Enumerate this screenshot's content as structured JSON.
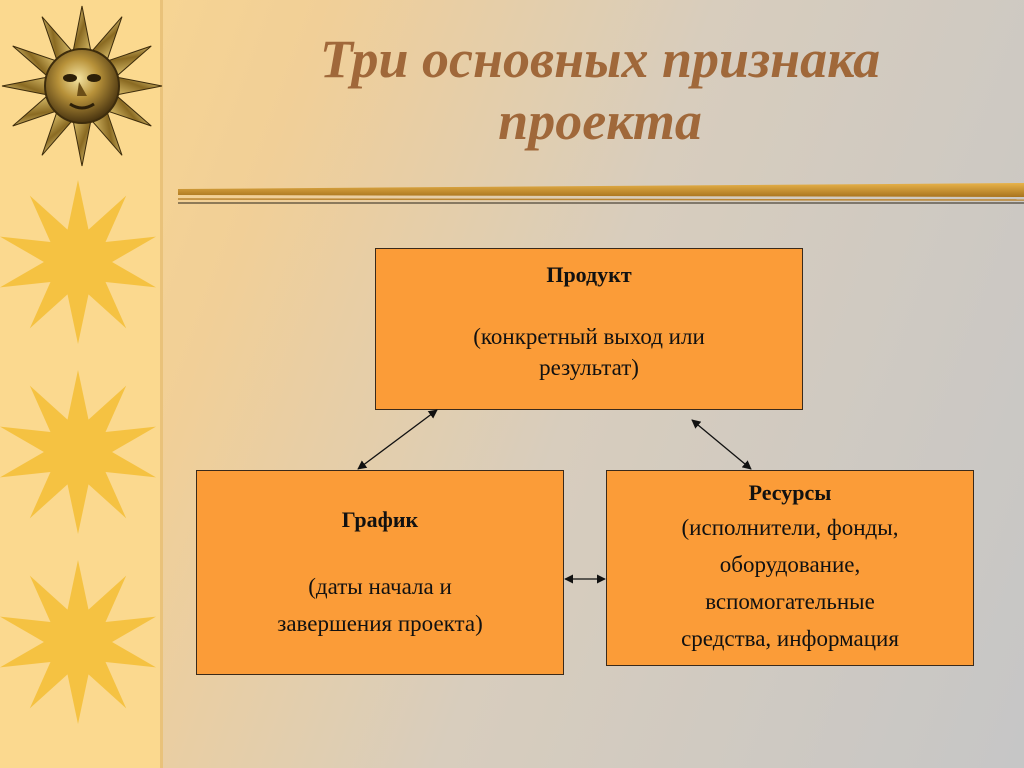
{
  "title": {
    "line1": "Три основных признака",
    "line2": "проекта"
  },
  "nodes": {
    "product": {
      "name": "Продукт",
      "desc_line1": "(конкретный выход или",
      "desc_line2": "результат)"
    },
    "schedule": {
      "name": "График",
      "desc_line1": "(даты начала  и",
      "desc_line2": "завершения проекта)"
    },
    "resources": {
      "name": "Ресурсы",
      "desc_line1": "(исполнители, фонды,",
      "desc_line2": "оборудование,",
      "desc_line3": "вспомогательные",
      "desc_line4": "средства, информация"
    }
  },
  "edges": [
    {
      "from": "product",
      "to": "schedule",
      "bidirectional": true
    },
    {
      "from": "product",
      "to": "resources",
      "bidirectional": true
    },
    {
      "from": "schedule",
      "to": "resources",
      "bidirectional": true
    }
  ],
  "colors": {
    "box_fill": "#fb9c38",
    "title_color": "#a0683a",
    "sun_color": "#f5c242",
    "side_strip": "#fbd98f"
  },
  "icons": [
    "sun-face-icon",
    "sun-icon",
    "sun-icon",
    "sun-icon"
  ]
}
